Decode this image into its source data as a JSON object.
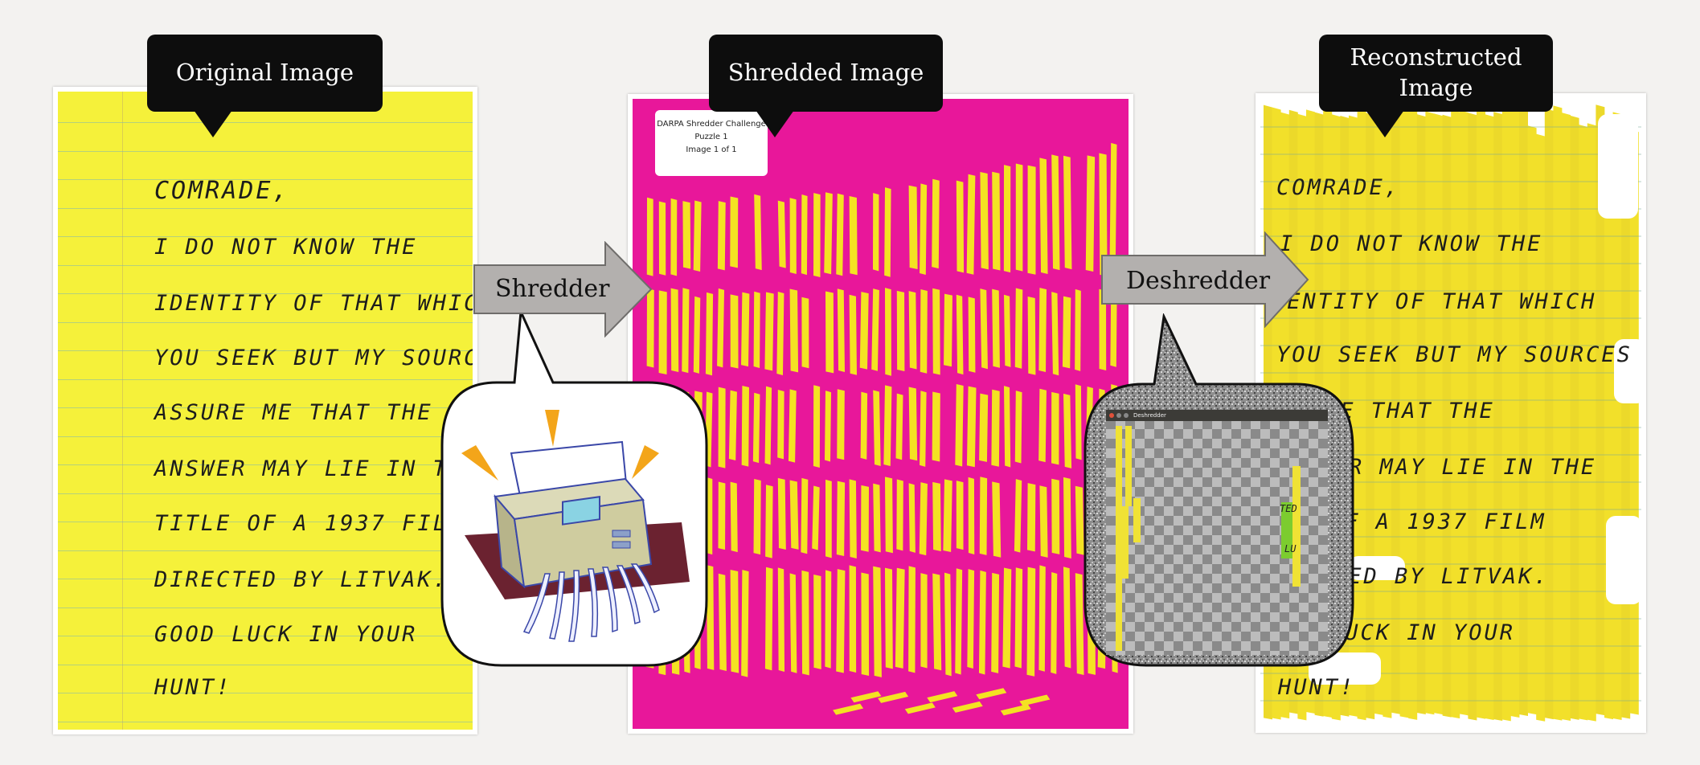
{
  "panels": {
    "original": {
      "label": "Original Image",
      "lines": [
        "COMRADE,",
        "I DO NOT KNOW THE",
        "IDENTITY OF THAT WHICH",
        "YOU SEEK BUT MY SOURCES",
        "ASSURE ME THAT THE",
        "ANSWER MAY LIE IN TH",
        "TITLE OF A 1937 FIL",
        "DIRECTED BY LITVAK.",
        "GOOD LUCK IN YOUR",
        "HUNT!"
      ]
    },
    "shredded": {
      "label": "Shredded Image",
      "title_card": [
        "DARPA Shredder Challenge",
        "Puzzle 1",
        "Image 1 of 1"
      ]
    },
    "reconstructed": {
      "label_line1": "Reconstructed",
      "label_line2": "Image",
      "lines": [
        "COMRADE,",
        "I DO NOT KNOW THE",
        "DENTITY OF THAT WHICH",
        "YOU SEEK BUT MY SOURCES",
        "ME THAT THE",
        "R MAY LIE IN THE",
        "OF A 1937 FILM",
        "TED BY LITVAK.",
        "LUCK IN YOUR",
        "HUNT!"
      ]
    }
  },
  "arrows": {
    "shredder": "Shredder",
    "deshredder": "Deshredder"
  },
  "deshredder_window": {
    "title": "Deshredder",
    "fragment_text": [
      "TED",
      "LU"
    ]
  },
  "colors": {
    "note_yellow": "#f5f13a",
    "shred_magenta": "#e8179a",
    "callout_black": "#0d0d0d",
    "arrow_gray": "#b3b0ae",
    "fragment_green": "#7ccc2f"
  }
}
